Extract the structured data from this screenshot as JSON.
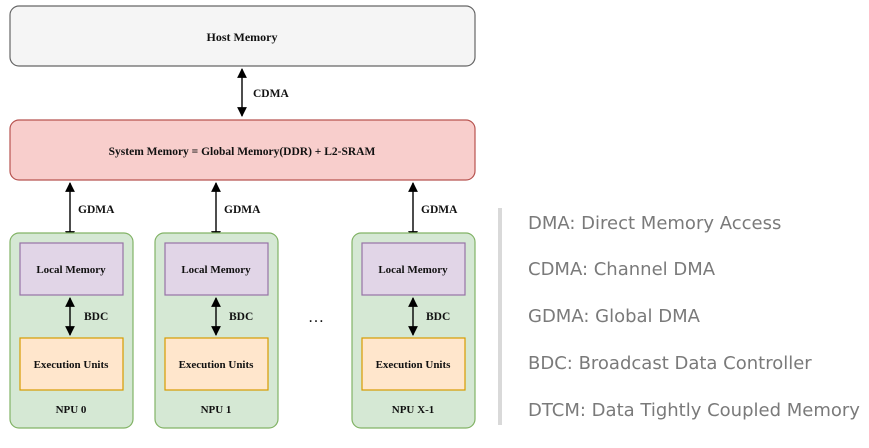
{
  "colors": {
    "host_fill": "#f5f5f5",
    "host_stroke": "#666666",
    "sysmem_fill": "#f8cecc",
    "sysmem_stroke": "#b85450",
    "npu_fill": "#d5e8d4",
    "npu_stroke": "#82b366",
    "local_fill": "#e1d5e7",
    "local_stroke": "#9673a6",
    "exec_fill": "#ffe6cc",
    "exec_stroke": "#d79b00",
    "arrow": "#000000",
    "legend_text": "#7a7a7a",
    "legend_bar": "#d9d9d9"
  },
  "diagram": {
    "host_memory": "Host Memory",
    "cdma_label": "CDMA",
    "system_memory": "System Memory = Global Memory(DDR)  +  L2-SRAM",
    "gdma_label": "GDMA",
    "bdc_label": "BDC",
    "local_memory": "Local Memory",
    "execution_units": "Execution Units",
    "ellipsis": "…",
    "npus": [
      {
        "name": "NPU 0"
      },
      {
        "name": "NPU 1"
      },
      {
        "name": "NPU X-1"
      }
    ]
  },
  "legend": [
    "DMA: Direct Memory Access",
    "CDMA: Channel DMA",
    "GDMA: Global DMA",
    "BDC:  Broadcast Data Controller",
    "DTCM: Data Tightly Coupled Memory"
  ]
}
